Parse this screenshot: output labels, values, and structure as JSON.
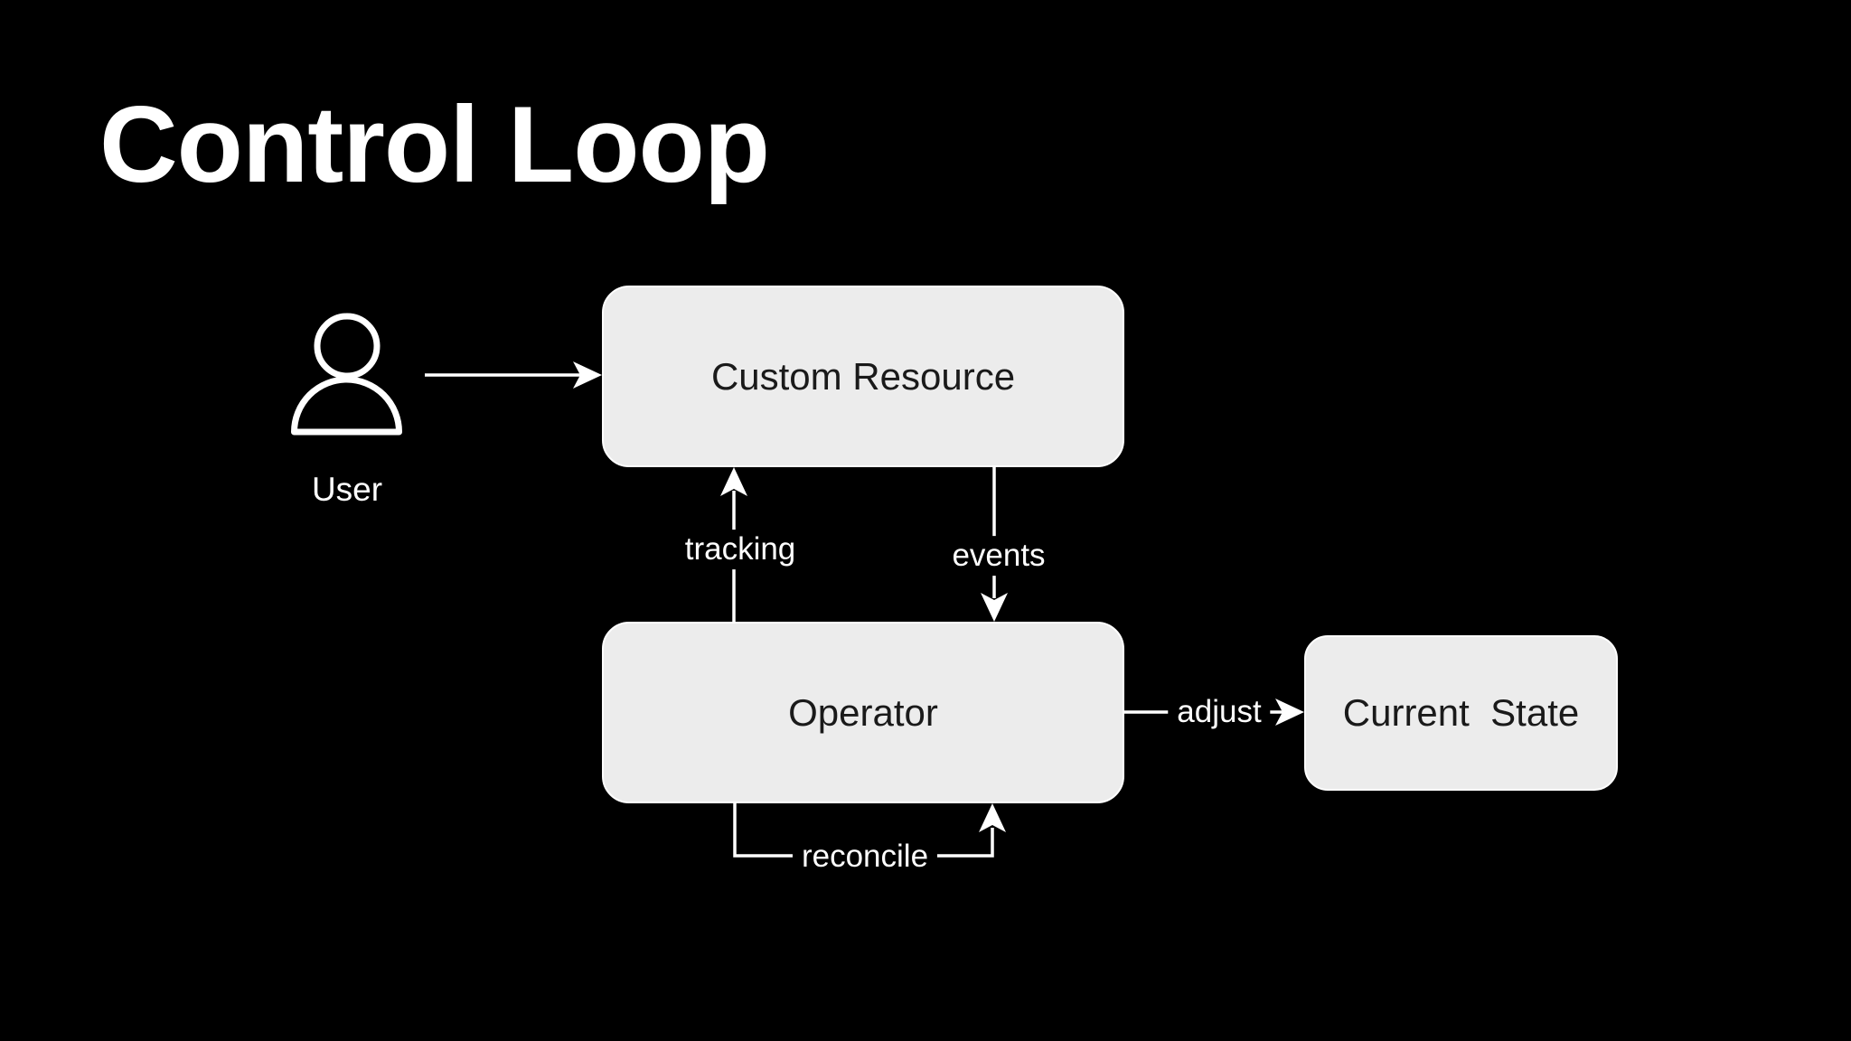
{
  "title": "Control Loop",
  "colors": {
    "background": "#000000",
    "title_text": "#ffffff",
    "box_fill": "#ececec",
    "box_border": "#ffffff",
    "box_text": "#1a1a1a",
    "line": "#ffffff",
    "label_text": "#ffffff"
  },
  "diagram": {
    "nodes": {
      "user": {
        "label": "User",
        "icon": "person-icon"
      },
      "custom_resource": {
        "label": "Custom Resource"
      },
      "operator": {
        "label": "Operator"
      },
      "current_state": {
        "label": "Current  State"
      }
    },
    "edges": [
      {
        "from": "user",
        "to": "custom_resource",
        "label": ""
      },
      {
        "from": "operator",
        "to": "custom_resource",
        "label": "tracking"
      },
      {
        "from": "custom_resource",
        "to": "operator",
        "label": "events"
      },
      {
        "from": "operator",
        "to": "current_state",
        "label": "adjust"
      },
      {
        "from": "operator",
        "to": "operator",
        "label": "reconcile",
        "type": "self-loop"
      }
    ]
  }
}
